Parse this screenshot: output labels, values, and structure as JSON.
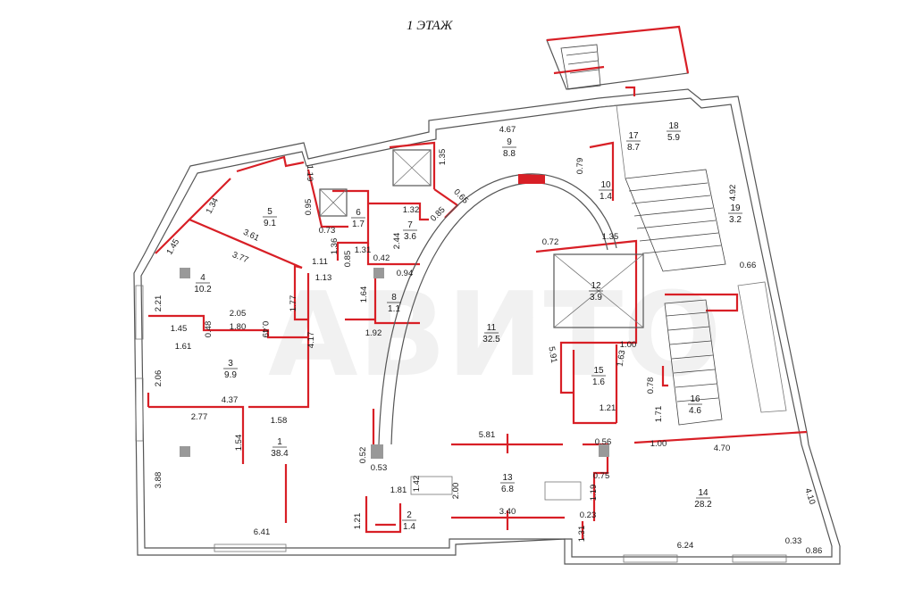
{
  "title": "1 ЭТАЖ",
  "watermark": "АВИТО",
  "rooms": [
    {
      "num": "1",
      "area": "38.4"
    },
    {
      "num": "2",
      "area": "1.4"
    },
    {
      "num": "3",
      "area": "9.9"
    },
    {
      "num": "4",
      "area": "10.2"
    },
    {
      "num": "5",
      "area": "9.1"
    },
    {
      "num": "6",
      "area": "1.7"
    },
    {
      "num": "7",
      "area": "3.6"
    },
    {
      "num": "8",
      "area": "1.1"
    },
    {
      "num": "9",
      "area": "8.8"
    },
    {
      "num": "10",
      "area": "1.4"
    },
    {
      "num": "11",
      "area": "32.5"
    },
    {
      "num": "12",
      "area": "3.9"
    },
    {
      "num": "13",
      "area": "6.8"
    },
    {
      "num": "14",
      "area": "28.2"
    },
    {
      "num": "15",
      "area": "1.6"
    },
    {
      "num": "16",
      "area": "4.6"
    },
    {
      "num": "17",
      "area": "8.7"
    },
    {
      "num": "18",
      "area": "5.9"
    },
    {
      "num": "19",
      "area": "3.2"
    }
  ],
  "dimensions": [
    "4.67",
    "1.35",
    "1.19",
    "1.34",
    "0.95",
    "0.73",
    "1.36",
    "0.85",
    "1.32",
    "0.85",
    "0.65",
    "2.44",
    "1.31",
    "0.42",
    "0.94",
    "1.11",
    "1.13",
    "1.64",
    "1.77",
    "3.61",
    "3.77",
    "1.45",
    "2.21",
    "1.45",
    "2.05",
    "1.80",
    "0.48",
    "0.49",
    "1.61",
    "4.17",
    "1.92",
    "2.06",
    "4.37",
    "2.77",
    "1.58",
    "1.54",
    "3.88",
    "0.52",
    "0.53",
    "1.42",
    "2.00",
    "1.81",
    "1.21",
    "6.41",
    "5.81",
    "3.40",
    "0.56",
    "0.75",
    "1.19",
    "0.23",
    "1.31",
    "6.24",
    "0.33",
    "0.86",
    "4.10",
    "4.70",
    "1.00",
    "1.71",
    "0.78",
    "1.00",
    "1.63",
    "1.21",
    "5.91",
    "0.72",
    "1.35",
    "0.79",
    "0.66",
    "4.92"
  ]
}
